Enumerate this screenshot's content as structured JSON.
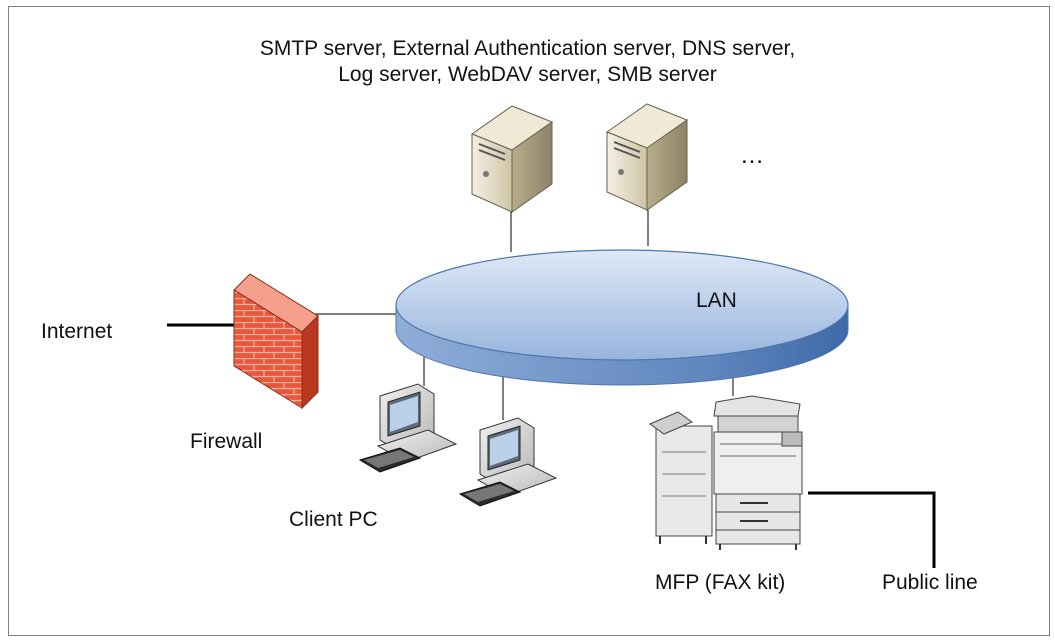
{
  "servers_caption": {
    "line1": "SMTP server, External Authentication server, DNS server,",
    "line2": "Log server, WebDAV server, SMB server"
  },
  "ellipsis": "…",
  "nodes": {
    "lan": "LAN",
    "internet": "Internet",
    "firewall": "Firewall",
    "client_pc": "Client PC",
    "mfp": "MFP (FAX kit)",
    "public_line": "Public line"
  },
  "colors": {
    "lan_fill": "#a9c3e6",
    "lan_edge": "#5b82b5",
    "firewall_brick": "#e8553a",
    "server_body": "#d8cfb6",
    "line": "#000000"
  },
  "icons": [
    "server-icon",
    "firewall-icon",
    "client-pc-icon",
    "mfp-printer-icon"
  ]
}
